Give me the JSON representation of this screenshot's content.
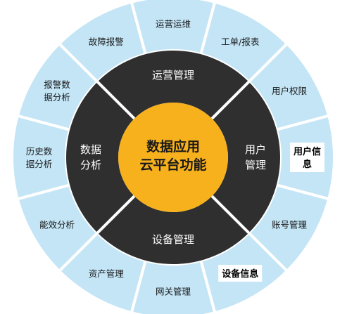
{
  "diagram": {
    "center": {
      "line1": "数据应用",
      "line2": "云平台功能"
    },
    "sections": [
      {
        "line1": "运营管理",
        "line2": ""
      },
      {
        "line1": "用户",
        "line2": "管理"
      },
      {
        "line1": "设备管理",
        "line2": ""
      },
      {
        "line1": "数据",
        "line2": "分析"
      }
    ],
    "items": [
      {
        "line1": "运营运维",
        "line2": ""
      },
      {
        "line1": "工单/报表",
        "line2": ""
      },
      {
        "line1": "用户权限",
        "line2": ""
      },
      {
        "line1": "用户信",
        "line2": "息",
        "highlighted": true
      },
      {
        "line1": "账号管理",
        "line2": ""
      },
      {
        "line1": "设备信息",
        "line2": "",
        "highlighted": true
      },
      {
        "line1": "网关管理",
        "line2": ""
      },
      {
        "line1": "资产管理",
        "line2": ""
      },
      {
        "line1": "能效分析",
        "line2": ""
      },
      {
        "line1": "历史数",
        "line2": "据分析"
      },
      {
        "line1": "报警数",
        "line2": "据分析"
      },
      {
        "line1": "故障报警",
        "line2": ""
      }
    ]
  },
  "colors": {
    "outer_ring": "#c3e5f6",
    "outer_ring_text": "#1a1a1a",
    "middle_ring": "#2f2f2f",
    "middle_ring_text": "#ffffff",
    "center": "#f7b11c",
    "center_text": "#1a1a1a",
    "separators": "#ffffff"
  }
}
